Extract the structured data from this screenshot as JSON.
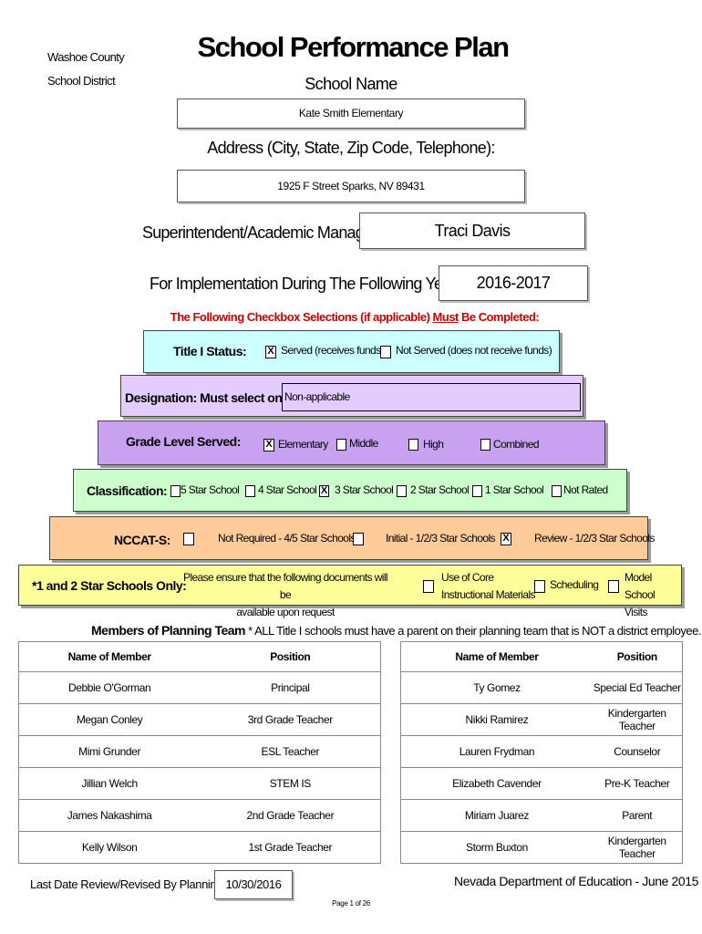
{
  "header": {
    "district_line1": "Washoe County",
    "district_line2": "School District",
    "title": "School Performance Plan"
  },
  "school": {
    "label": "School Name",
    "value": "Kate Smith Elementary"
  },
  "address": {
    "label": "Address (City, State, Zip Code, Telephone):",
    "value": "1925 F Street  Sparks, NV  89431"
  },
  "superintendent": {
    "label": "Superintendent/Academic Manager:",
    "value": "Traci Davis"
  },
  "implementation": {
    "label": "For Implementation During The Following Years:",
    "value": "2016-2017"
  },
  "notice": {
    "prefix": "The Following Checkbox Selections (if applicable) ",
    "emphasis": "Must",
    "suffix": " Be Completed:"
  },
  "title1": {
    "label": "Title I Status:",
    "options": [
      {
        "label": "Served   (receives funds)",
        "checked": true
      },
      {
        "label": "Not Served   (does not receive funds)",
        "checked": false
      }
    ]
  },
  "designation": {
    "label": "Designation: Must select one",
    "value": "Non-applicable"
  },
  "grade_level": {
    "label": "Grade Level Served:",
    "options": [
      {
        "label": "Elementary",
        "checked": true
      },
      {
        "label": "Middle",
        "checked": false
      },
      {
        "label": "High",
        "checked": false
      },
      {
        "label": "Combined",
        "checked": false
      }
    ]
  },
  "classification": {
    "label": "Classification:",
    "options": [
      {
        "label": "5 Star School",
        "checked": false
      },
      {
        "label": "4 Star School",
        "checked": false
      },
      {
        "label": "3 Star School",
        "checked": true
      },
      {
        "label": "2 Star School",
        "checked": false
      },
      {
        "label": "1 Star School",
        "checked": false
      },
      {
        "label": "Not Rated",
        "checked": false
      }
    ]
  },
  "nccat": {
    "label": "NCCAT-S:",
    "options": [
      {
        "label": "Not Required - 4/5 Star Schools",
        "checked": false
      },
      {
        "label": "Initial - 1/2/3 Star Schools",
        "checked": false
      },
      {
        "label": "Review - 1/2/3 Star Schools",
        "checked": true
      }
    ]
  },
  "star12": {
    "label": "*1 and 2 Star Schools Only:",
    "instruction_line1": "Please ensure that the following documents will be",
    "instruction_line2": "available upon request",
    "docs": [
      {
        "line1": "Use of Core",
        "line2": "Instructional Materials",
        "checked": false
      },
      {
        "line1": "Scheduling",
        "line2": "",
        "checked": false
      },
      {
        "line1": "Model School",
        "line2": "Visits",
        "checked": false
      }
    ]
  },
  "members": {
    "heading": "Members of Planning Team",
    "note": " *  ALL Title I schools must have a parent on their planning team that is NOT a district employee.",
    "columns": [
      "Name of Member",
      "Position",
      "Name of Member",
      "Position"
    ],
    "rows": [
      [
        "Debbie O'Gorman",
        "Principal",
        "Ty Gomez",
        "Special Ed Teacher"
      ],
      [
        "Megan Conley",
        "3rd Grade Teacher",
        "Nikki Ramirez",
        "Kindergarten Teacher"
      ],
      [
        "Mimi Grunder",
        "ESL Teacher",
        "Lauren Frydman",
        "Counselor"
      ],
      [
        "Jillian Welch",
        "STEM IS",
        "Elizabeth Cavender",
        "Pre-K Teacher"
      ],
      [
        "James Nakashima",
        "2nd Grade Teacher",
        "Miriam Juarez",
        "Parent"
      ],
      [
        "Kelly Wilson",
        "1st Grade Teacher",
        "Storm Buxton",
        "Kindergarten Teacher"
      ]
    ]
  },
  "footer": {
    "review_label": "Last Date Review/Revised By Planning Team:",
    "review_date": "10/30/2016",
    "department": "Nevada Department of Education - June 2015",
    "page": "Page 1 of 26"
  },
  "colors": {
    "cyan_band": "#ccffff",
    "lavender_band": "#e5ccff",
    "purple_band": "#c8a2f0",
    "green_band": "#ccffcc",
    "orange_band": "#ffcc99",
    "yellow_band": "#ffff99",
    "notice_red": "#cc0000"
  }
}
